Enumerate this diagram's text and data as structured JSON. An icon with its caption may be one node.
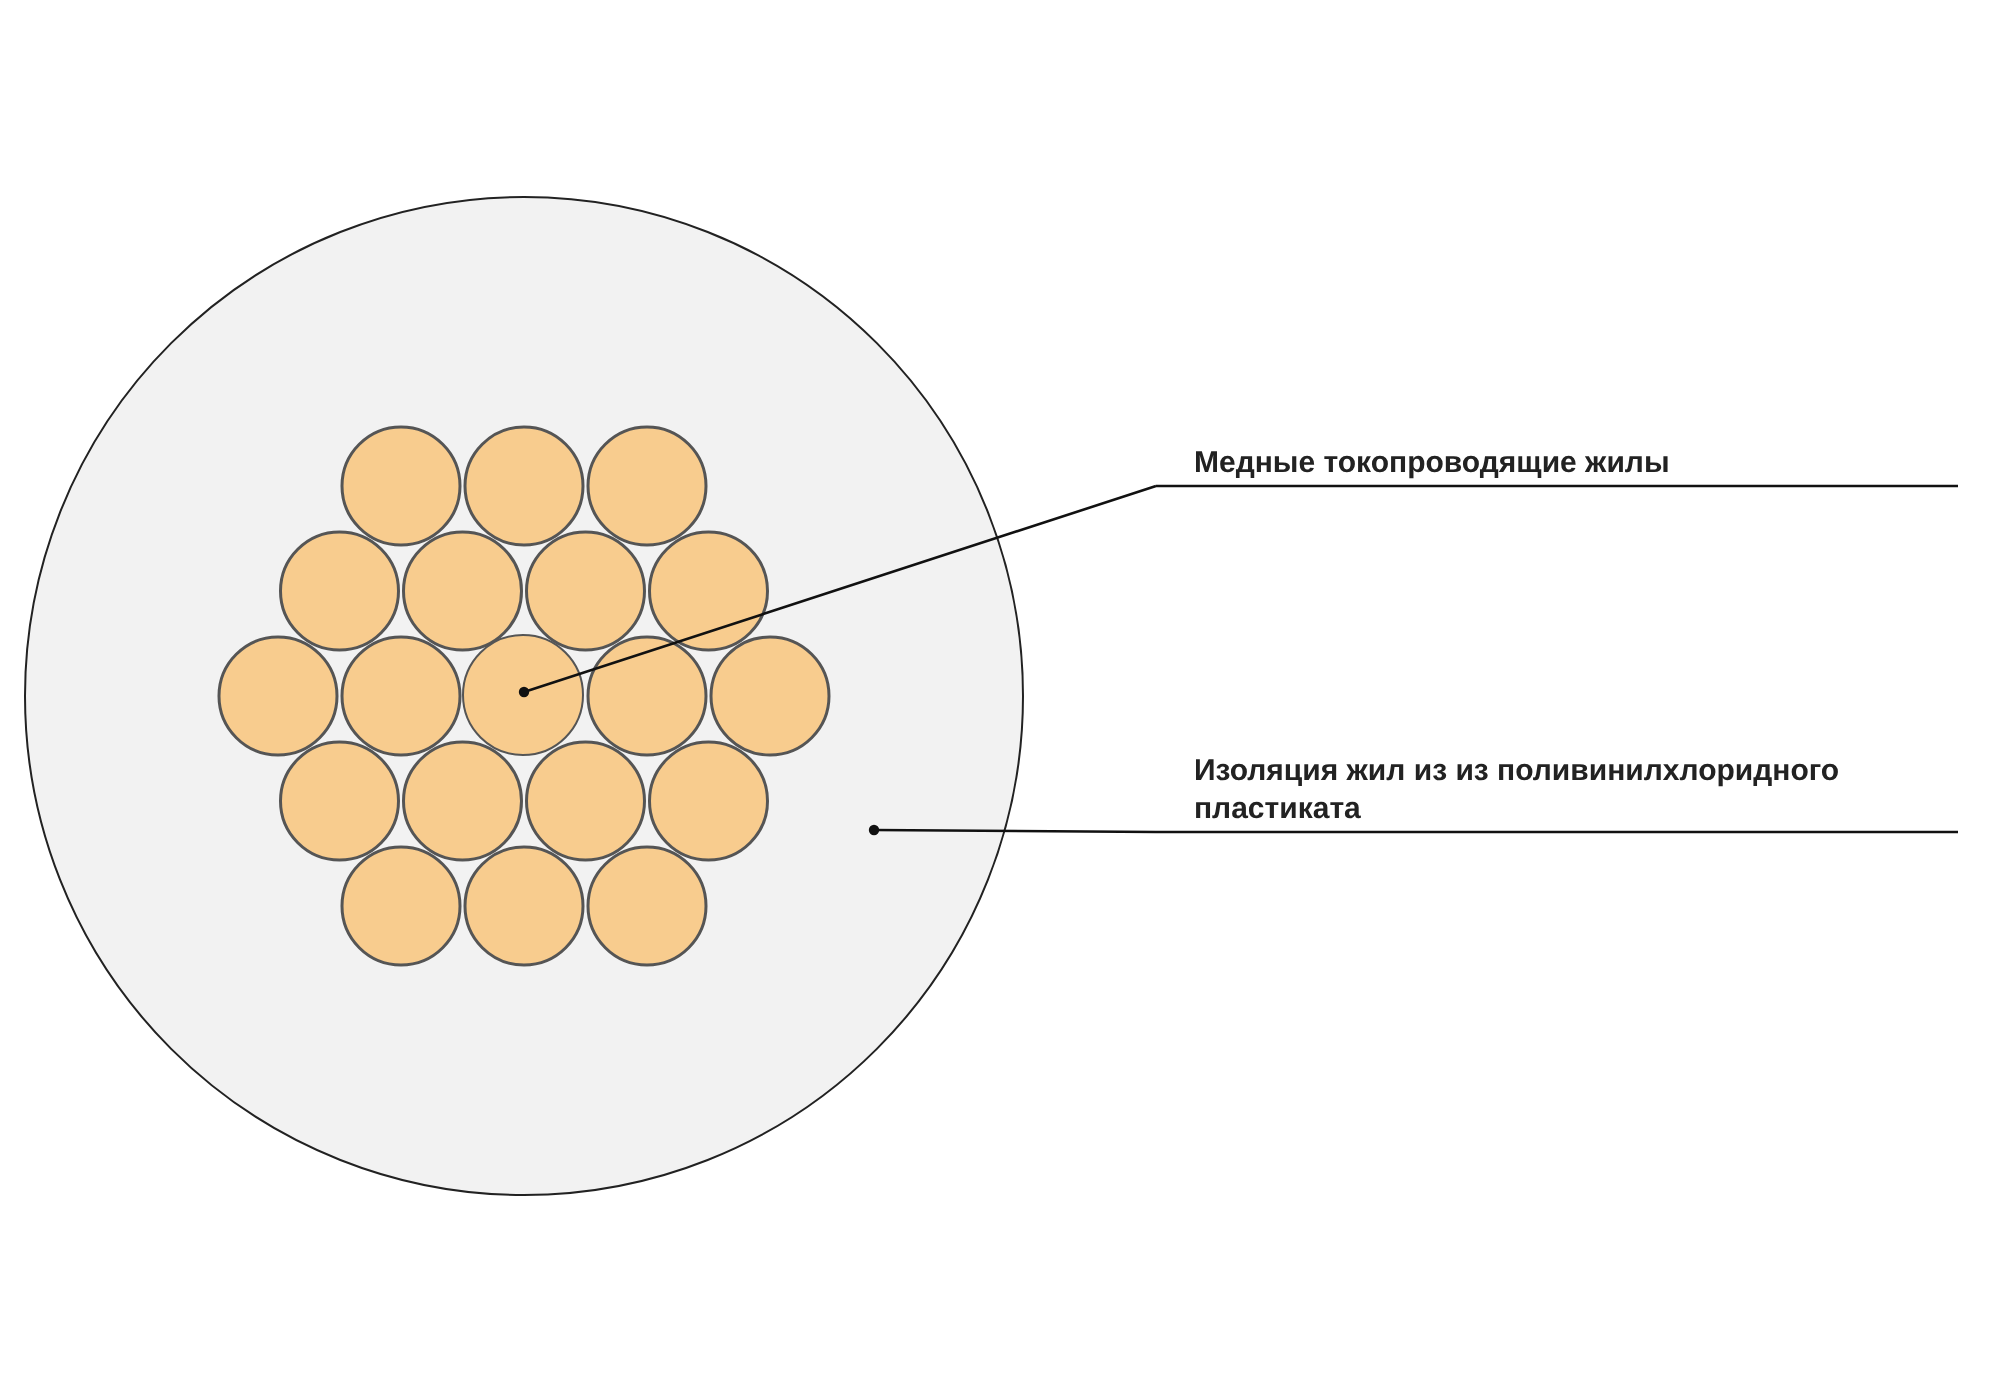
{
  "diagram": {
    "nodes": [
      {
        "text": [],
        "shape": "circle"
      },
      {
        "text": [],
        "shape": "circle",
        "in": 0
      },
      {
        "text": [
          "Медные токопроводящие жилы"
        ]
      },
      {
        "text": [
          "Изоляция жил из из поливинилхлоридного пластиката"
        ]
      }
    ],
    "edges": [
      {
        "from": 2,
        "to": 1,
        "arrow": "other"
      },
      {
        "from": 3,
        "to": 0,
        "arrow": "other"
      }
    ]
  }
}
